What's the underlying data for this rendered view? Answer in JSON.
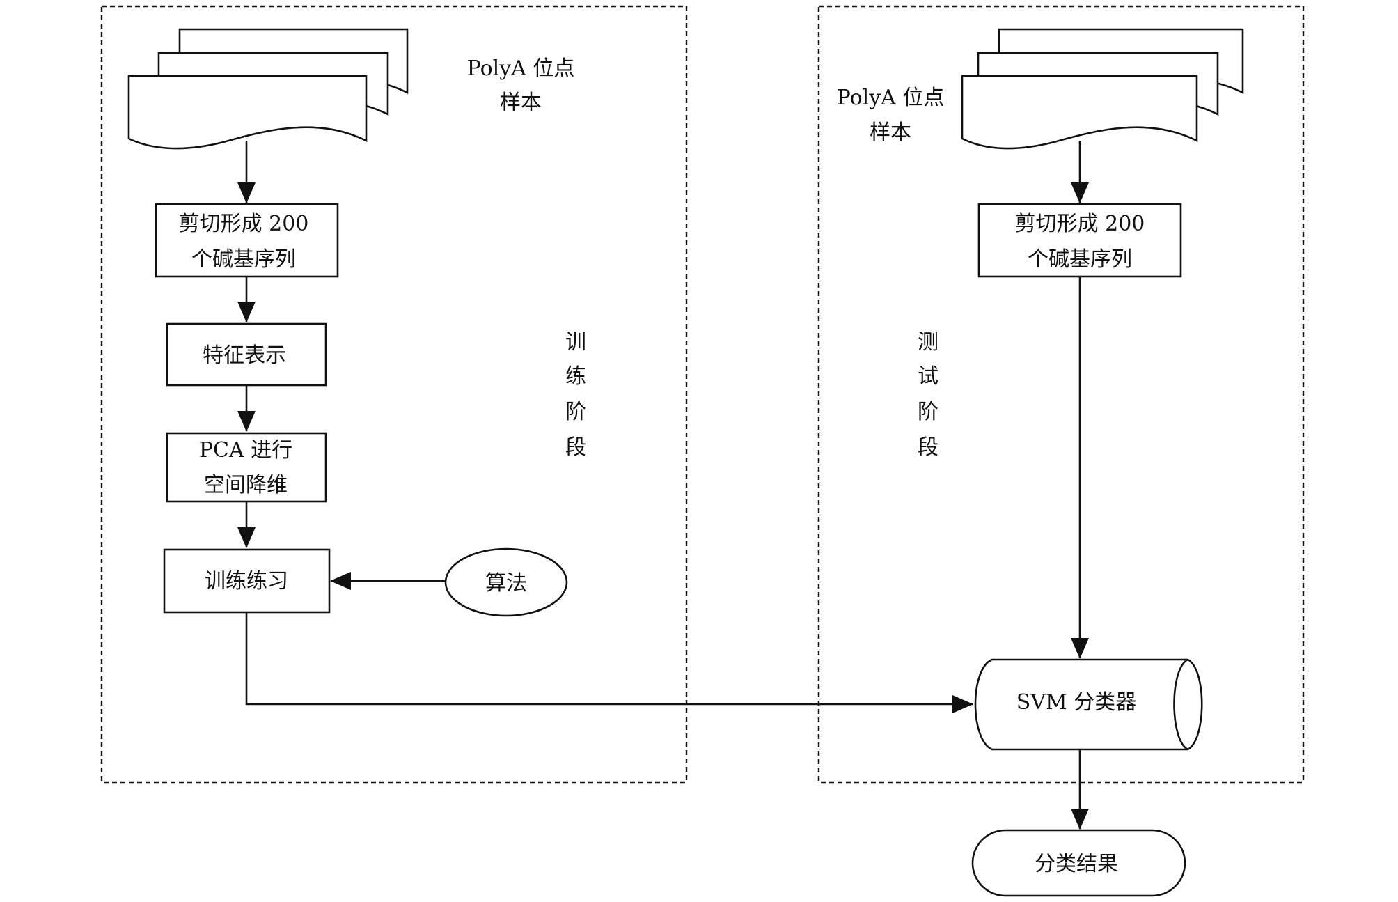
{
  "training": {
    "sample": [
      "PolyA 位点",
      "样本"
    ],
    "cut": [
      "剪切形成 200",
      "个碱基序列"
    ],
    "feature": "特征表示",
    "pca": [
      "PCA 进行",
      "空间降维"
    ],
    "train": "训练练习",
    "algorithm": "算法",
    "stage": [
      "训",
      "练",
      "阶",
      "段"
    ]
  },
  "testing": {
    "sample": [
      "PolyA 位点",
      "样本"
    ],
    "cut": [
      "剪切形成 200",
      "个碱基序列"
    ],
    "stage": [
      "测",
      "试",
      "阶",
      "段"
    ]
  },
  "classifier": "SVM 分类器",
  "result": "分类结果"
}
